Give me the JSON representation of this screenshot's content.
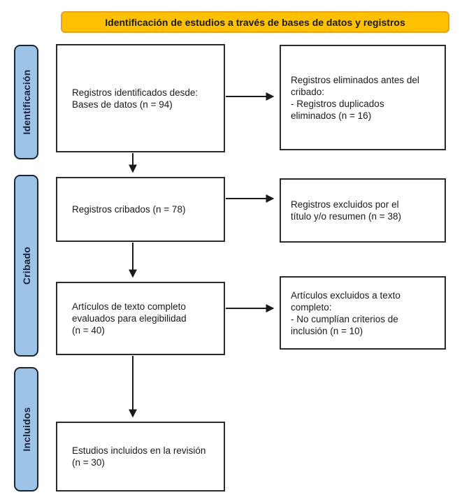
{
  "banner": {
    "label": "Identificación de estudios a través de bases de datos y registros",
    "fill": "#FFC000",
    "border": "#E2A02F"
  },
  "stages": [
    {
      "id": "identificacion",
      "label": "Identificación"
    },
    {
      "id": "cribado",
      "label": "Cribado"
    },
    {
      "id": "incluidos",
      "label": "Incluidos"
    }
  ],
  "colors": {
    "stage_fill": "#9DC3E6",
    "stage_border": "#1B2433",
    "box_border": "#2B2B2B",
    "arrow": "#1A1A1A",
    "banner_fill": "#FFC000",
    "banner_border": "#E2A02F"
  },
  "boxes": {
    "identified": {
      "lines": [
        "Registros identificados desde:",
        "Bases de datos (n = 94)"
      ]
    },
    "removed": {
      "lines": [
        "Registros eliminados antes del",
        "cribado:",
        "- Registros duplicados",
        "eliminados (n = 16)"
      ]
    },
    "screened": {
      "lines": [
        "Registros cribados (n = 78)"
      ]
    },
    "excluded_title": {
      "lines": [
        "Registros excluidos por el",
        "título y/o resumen (n = 38)"
      ]
    },
    "fulltext": {
      "lines": [
        "Artículos de texto completo",
        "evaluados para elegibilidad",
        "(n = 40)"
      ]
    },
    "excluded_fulltext": {
      "lines": [
        "Artículos excluidos a texto",
        "completo:",
        "- No cumplían criterios de",
        "inclusión (n = 10)"
      ]
    },
    "included": {
      "lines": [
        "Estudios incluidos en la revisión",
        "(n = 30)"
      ]
    }
  },
  "counts": {
    "identified": 94,
    "duplicates_removed": 16,
    "screened": 78,
    "excluded_title_abstract": 38,
    "fulltext_assessed": 40,
    "excluded_fulltext": 10,
    "included": 30
  }
}
